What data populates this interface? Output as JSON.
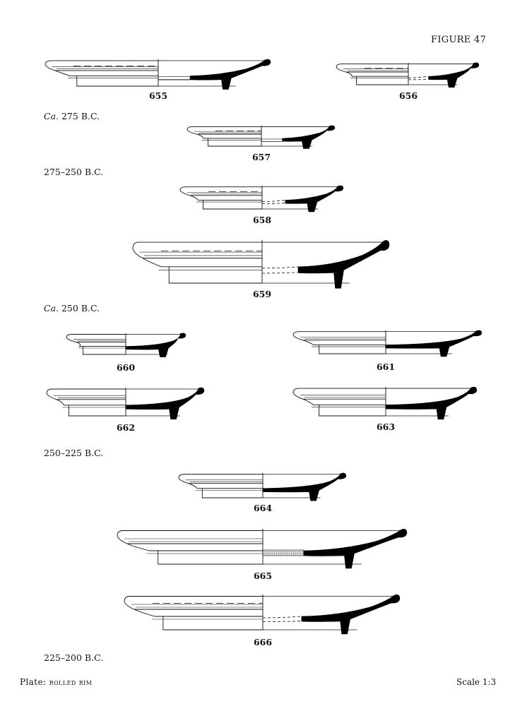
{
  "figure_title": "FIGURE 47",
  "dates": [
    {
      "prefix": "Ca.",
      "text": "275 B.C."
    },
    {
      "prefix": "",
      "text": "275–250 B.C."
    },
    {
      "prefix": "Ca.",
      "text": "250 B.C."
    },
    {
      "prefix": "",
      "text": "250–225 B.C."
    },
    {
      "prefix": "",
      "text": "225–200 B.C."
    }
  ],
  "profiles": [
    {
      "number": "655",
      "section": "hatched"
    },
    {
      "number": "656",
      "section": "dashed"
    },
    {
      "number": "657",
      "section": "hatched"
    },
    {
      "number": "658",
      "section": "dashed"
    },
    {
      "number": "659",
      "section": "dashed"
    },
    {
      "number": "660",
      "section": "solid"
    },
    {
      "number": "661",
      "section": "solid"
    },
    {
      "number": "662",
      "section": "solid"
    },
    {
      "number": "663",
      "section": "solid"
    },
    {
      "number": "664",
      "section": "solid"
    },
    {
      "number": "665",
      "section": "shaded"
    },
    {
      "number": "666",
      "section": "dashed"
    }
  ],
  "footer": {
    "plate_label": "Plate:",
    "plate_type": "rolled rim",
    "scale": "Scale 1:3"
  }
}
